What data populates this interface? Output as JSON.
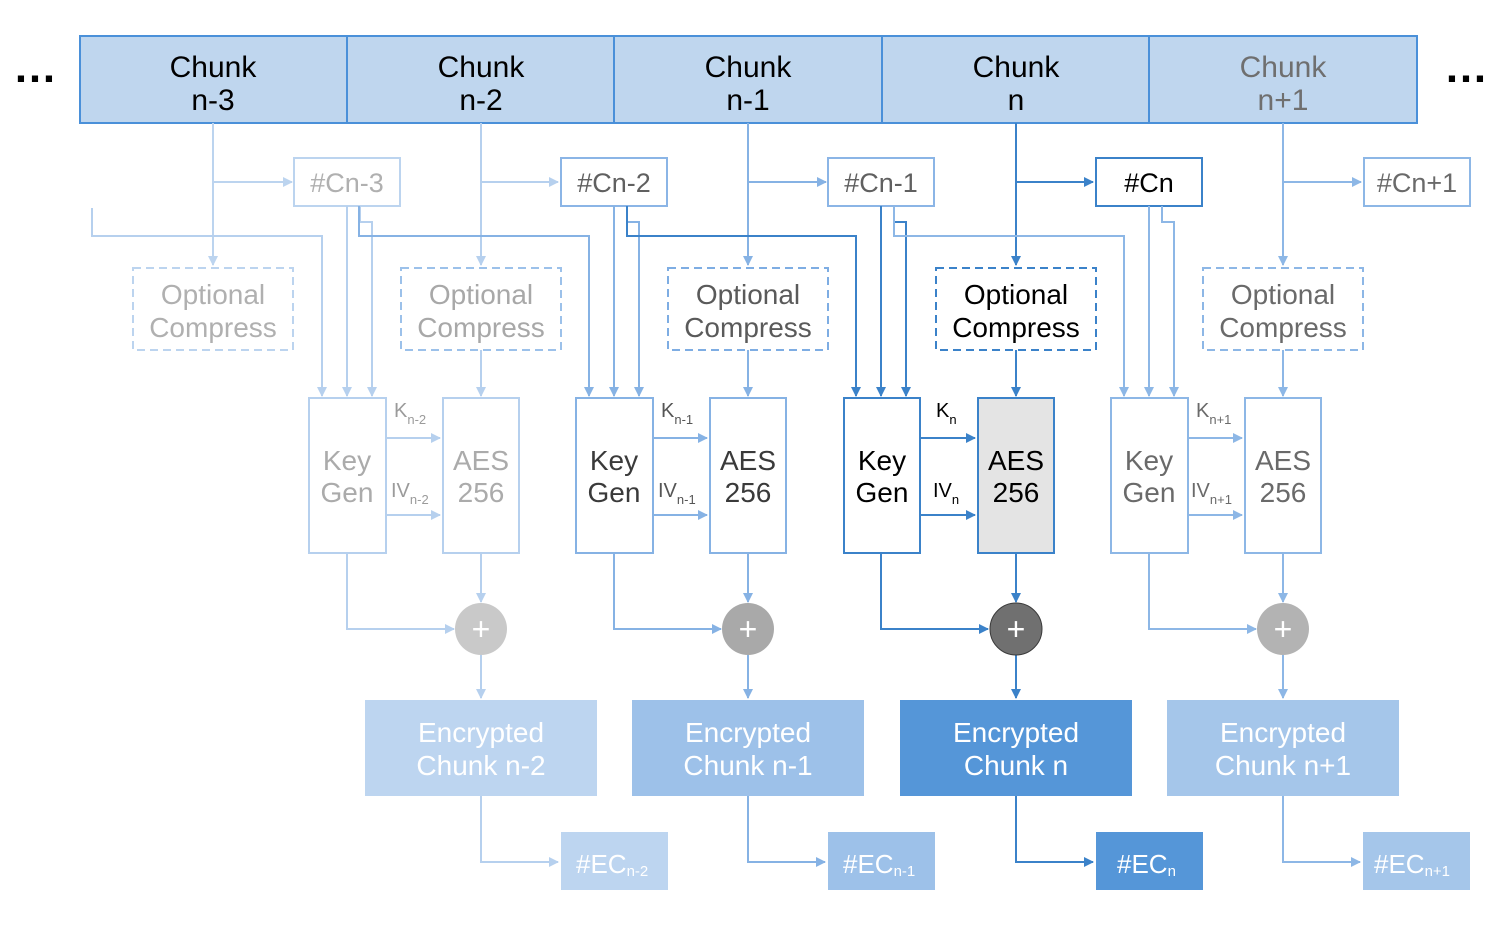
{
  "ellipsis": "…",
  "chunks": [
    {
      "line1": "Chunk",
      "line2": "n-3"
    },
    {
      "line1": "Chunk",
      "line2": "n-2"
    },
    {
      "line1": "Chunk",
      "line2": "n-1"
    },
    {
      "line1": "Chunk",
      "line2": "n"
    },
    {
      "line1": "Chunk",
      "line2": "n+1"
    }
  ],
  "hashes": [
    "#Cn-3",
    "#Cn-2",
    "#Cn-1",
    "#Cn",
    "#Cn+1"
  ],
  "compress": {
    "line1": "Optional",
    "line2": "Compress"
  },
  "keygen": {
    "line1": "Key",
    "line2": "Gen"
  },
  "aes": {
    "line1": "AES",
    "line2": "256"
  },
  "plus": "+",
  "key_symbol": "K",
  "iv_symbol": "IV",
  "subscripts": [
    "n-2",
    "n-1",
    "n",
    "n+1"
  ],
  "encrypted": [
    {
      "line1": "Encrypted",
      "line2": "Chunk n-2"
    },
    {
      "line1": "Encrypted",
      "line2": "Chunk n-1"
    },
    {
      "line1": "Encrypted",
      "line2": "Chunk n"
    },
    {
      "line1": "Encrypted",
      "line2": "Chunk n+1"
    }
  ],
  "ec_prefix": "#EC",
  "colors": {
    "chunk_fill": "#bfd6ee",
    "chunk_border": "#4a90d9",
    "active_arrow": "#3b82c9",
    "aes_active_fill": "#e4e4e4",
    "plus_active": "#707070",
    "plus_mid": "#a9a9a9",
    "plus_faint": "#c9c9c9",
    "enc_active": "#5596d8",
    "enc_mid": "#9dc1e9",
    "enc_faint": "#bdd5f0"
  }
}
